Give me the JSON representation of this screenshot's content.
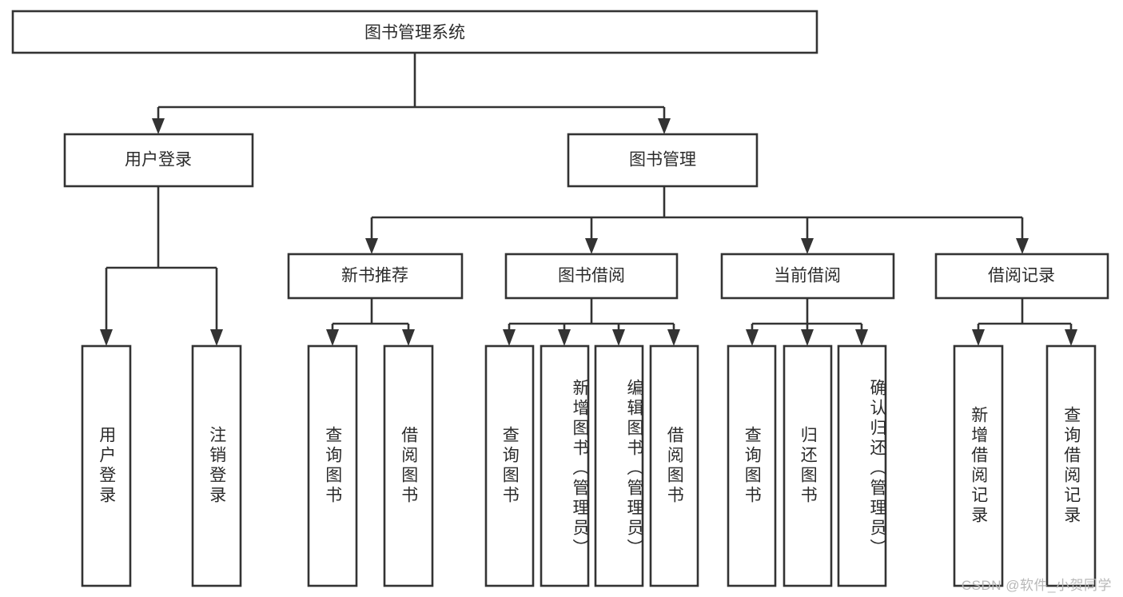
{
  "diagram": {
    "title": "图书管理系统",
    "type": "tree-hierarchy-chart",
    "root": {
      "label": "图书管理系统"
    },
    "level2": [
      {
        "label": "用户登录"
      },
      {
        "label": "图书管理"
      }
    ],
    "level3": [
      {
        "label": "新书推荐"
      },
      {
        "label": "图书借阅"
      },
      {
        "label": "当前借阅"
      },
      {
        "label": "借阅记录"
      }
    ],
    "leaves": {
      "user_login": [
        {
          "label": "用户登录"
        },
        {
          "label": "注销登录"
        }
      ],
      "new_book_recommend": [
        {
          "label": "查询图书"
        },
        {
          "label": "借阅图书"
        }
      ],
      "book_borrow": [
        {
          "label": "查询图书"
        },
        {
          "label": "新增图书（管理员）"
        },
        {
          "label": "编辑图书（管理员）"
        },
        {
          "label": "借阅图书"
        }
      ],
      "current_borrow": [
        {
          "label": "查询图书"
        },
        {
          "label": "归还图书"
        },
        {
          "label": "确认归还（管理员）"
        }
      ],
      "borrow_record": [
        {
          "label": "新增借阅记录"
        },
        {
          "label": "查询借阅记录"
        }
      ]
    }
  },
  "watermark": {
    "text": "CSDN @软件_小贺同学"
  },
  "colors": {
    "stroke": "#333333",
    "text": "#2b2b2b",
    "background": "#ffffff",
    "watermark": "#b8b8b8"
  }
}
